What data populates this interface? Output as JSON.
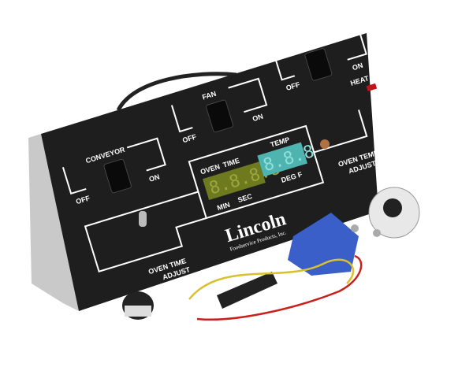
{
  "panel": {
    "switches": [
      {
        "label": "CONVEYOR",
        "off": "OFF",
        "on": "ON"
      },
      {
        "label": "FAN",
        "off": "OFF",
        "on": "ON"
      },
      {
        "label": "HEAT",
        "off": "OFF",
        "on": "ON"
      }
    ],
    "heat_on": "HEAT ON",
    "display": {
      "oven": "OVEN",
      "time": "TIME",
      "temp": "TEMP",
      "min": "MIN",
      "sec": "SEC",
      "deg_f": "DEG F",
      "time_digits": "8.8.8.8",
      "temp_digits": "8.8.8"
    },
    "oven_temp_adjust": [
      "OVEN TEMP",
      "ADJUST"
    ],
    "oven_time_adjust": [
      "OVEN TIME",
      "ADJUST"
    ],
    "brand": "Lincoln",
    "brand_sub": "Foodservice Products, Inc."
  },
  "colors": {
    "panel": "#1e1e1e",
    "time_display": "#6e7a1e",
    "temp_display": "#4fb3b0",
    "relay": "#3a5fc8",
    "heat_lamp": "#c0141a"
  }
}
